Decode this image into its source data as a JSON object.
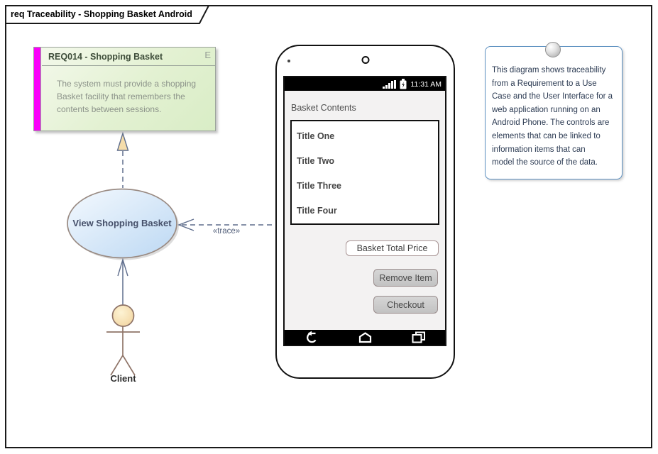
{
  "frame": {
    "title": "req Traceability - Shopping Basket Android"
  },
  "requirement": {
    "title": "REQ014 - Shopping Basket",
    "corner_letter": "E",
    "body": "The system must provide a shopping\nBasket facility that remembers the\ncontents between sessions."
  },
  "use_case": {
    "label": "View Shopping Basket"
  },
  "actor": {
    "label": "Client"
  },
  "connectors": {
    "trace_label": "«trace»"
  },
  "note": {
    "text": "This diagram shows traceability\nfrom a Requirement to a Use\nCase and the User Interface for a\nweb application running on an\nAndroid Phone. The controls are\nelements that can be linked to\ninformation items that can\nmodel the source of the data."
  },
  "phone": {
    "status_bar": {
      "time": "11:31 AM",
      "signal_icon": "signal-strength-bars",
      "battery_icon": "battery-charging"
    },
    "screen": {
      "heading": "Basket Contents",
      "list_items": [
        "Title One",
        "Title Two",
        "Title Three",
        "Title Four"
      ],
      "total_price_field": "Basket Total Price",
      "remove_button": "Remove Item",
      "checkout_button": "Checkout"
    },
    "nav_bar": {
      "back_icon": "back-arrow",
      "home_icon": "home",
      "recents_icon": "recent-apps"
    }
  },
  "colors": {
    "requirement_fill_top": "#f4f9ec",
    "requirement_fill_bottom": "#d9edc6",
    "requirement_side_bar": "#fa00fa",
    "use_case_fill_light": "#f2f8fe",
    "use_case_fill_dark": "#bed9f3",
    "use_case_border": "#998a82",
    "note_border": "#5b8fc0",
    "connector_line": "#5e6d8c",
    "realize_arrow_fill": "#f5ddab",
    "actor_stroke": "#8f7468",
    "actor_head_fill": "#f7e0b0"
  }
}
